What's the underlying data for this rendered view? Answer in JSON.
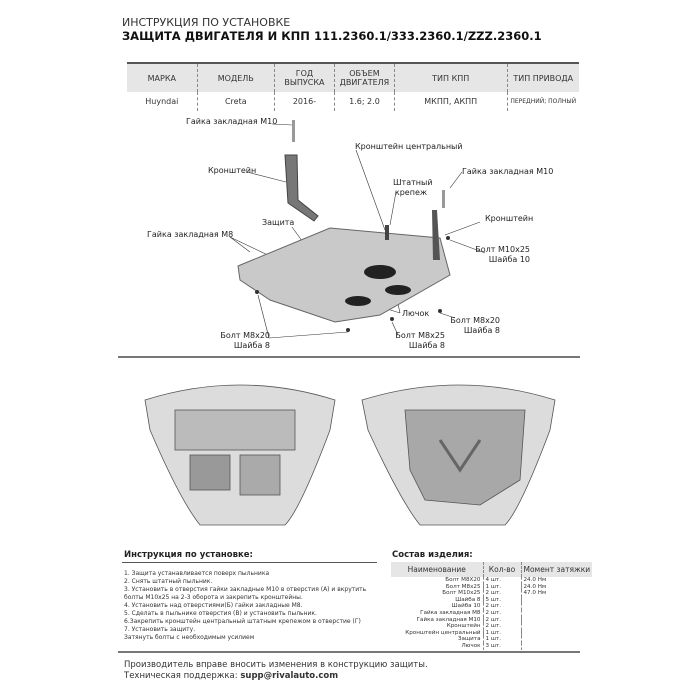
{
  "header": {
    "subtitle": "ИНСТРУКЦИЯ ПО УСТАНОВКЕ",
    "title": "ЗАЩИТА ДВИГАТЕЛЯ И КПП 111.2360.1/333.2360.1/ZZZ.2360.1"
  },
  "spec_table": {
    "headers": [
      "МАРКА",
      "МОДЕЛЬ",
      "ГОД ВЫПУСКА",
      "ОБЪЕМ ДВИГАТЕЛЯ",
      "ТИП КПП",
      "ТИП ПРИВОДА"
    ],
    "row": [
      "Huyndai",
      "Creta",
      "2016-",
      "1.6; 2.0",
      "МКПП, АКПП",
      "ПЕРЕДНИЙ; ПОЛНЫЙ"
    ]
  },
  "diagram_labels": {
    "nut_m10_left": "Гайка закладная М10",
    "bracket_left": "Кронштейн",
    "bracket_central": "Кронштейн центральный",
    "nut_m10_right": "Гайка закладная М10",
    "standard_fastener": "Штатный крепеж",
    "bracket_right": "Кронштейн",
    "guard": "Защита",
    "nut_m8": "Гайка закладная М8",
    "bolt_m10x25": "Болт М10х25",
    "washer_10": "Шайба 10",
    "hatch": "Лючок",
    "bolt_m8x20_right": "Болт М8х20",
    "washer_8_right": "Шайба 8",
    "bolt_m8x20_left": "Болт М8х20",
    "washer_8_left": "Шайба 8",
    "bolt_m8x25": "Болт М8х25",
    "washer_8_mid": "Шайба 8"
  },
  "instructions": {
    "heading": "Инструкция по установке:",
    "steps": [
      "1. Защита устанавливается поверх пыльника",
      "2. Снять штатный пыльник.",
      "3. Установить в отверстия гайки закладные М10 в отверстия (А) и вкрутить болты М10х25 на 2-3 оборота и закрепить кронштейны.",
      "4. Установить над отверстиями(Б) гайки закладные М8.",
      "5. Сделать в пыльнике отверстия (В) и установить пыльник.",
      "6.Закрепить кронштейн центральный штатным крепежом в отверстие (Г)",
      "7. Установить защиту.",
      "Затянуть болты с необходимым усилием"
    ]
  },
  "composition": {
    "heading": "Состав изделия:",
    "headers": [
      "Наименование",
      "Кол-во",
      "Момент затяжки"
    ],
    "rows": [
      [
        "Болт М8Х20",
        "4 шт.",
        "24.0 Нм"
      ],
      [
        "Болт М8х25",
        "1 шт.",
        "24.0 Нм"
      ],
      [
        "Болт М10х25",
        "2 шт.",
        "47.0 Нм"
      ],
      [
        "Шайба 8",
        "5 шт.",
        ""
      ],
      [
        "Шайба 10",
        "2 шт.",
        ""
      ],
      [
        "Гайка закладная М8",
        "2 шт.",
        ""
      ],
      [
        "Гайка закладная М10",
        "2 шт.",
        ""
      ],
      [
        "Кронштейн",
        "2 шт.",
        ""
      ],
      [
        "Кронштейн центральный",
        "1 шт.",
        ""
      ],
      [
        "Защита",
        "1 шт.",
        ""
      ],
      [
        "Лючок",
        "3 шт.",
        ""
      ]
    ]
  },
  "footer": {
    "notice": "Производитель вправе вносить изменения в конструкцию защиты.",
    "support_label": "Техническая поддержка: ",
    "support_email": "supp@rivalauto.com"
  }
}
